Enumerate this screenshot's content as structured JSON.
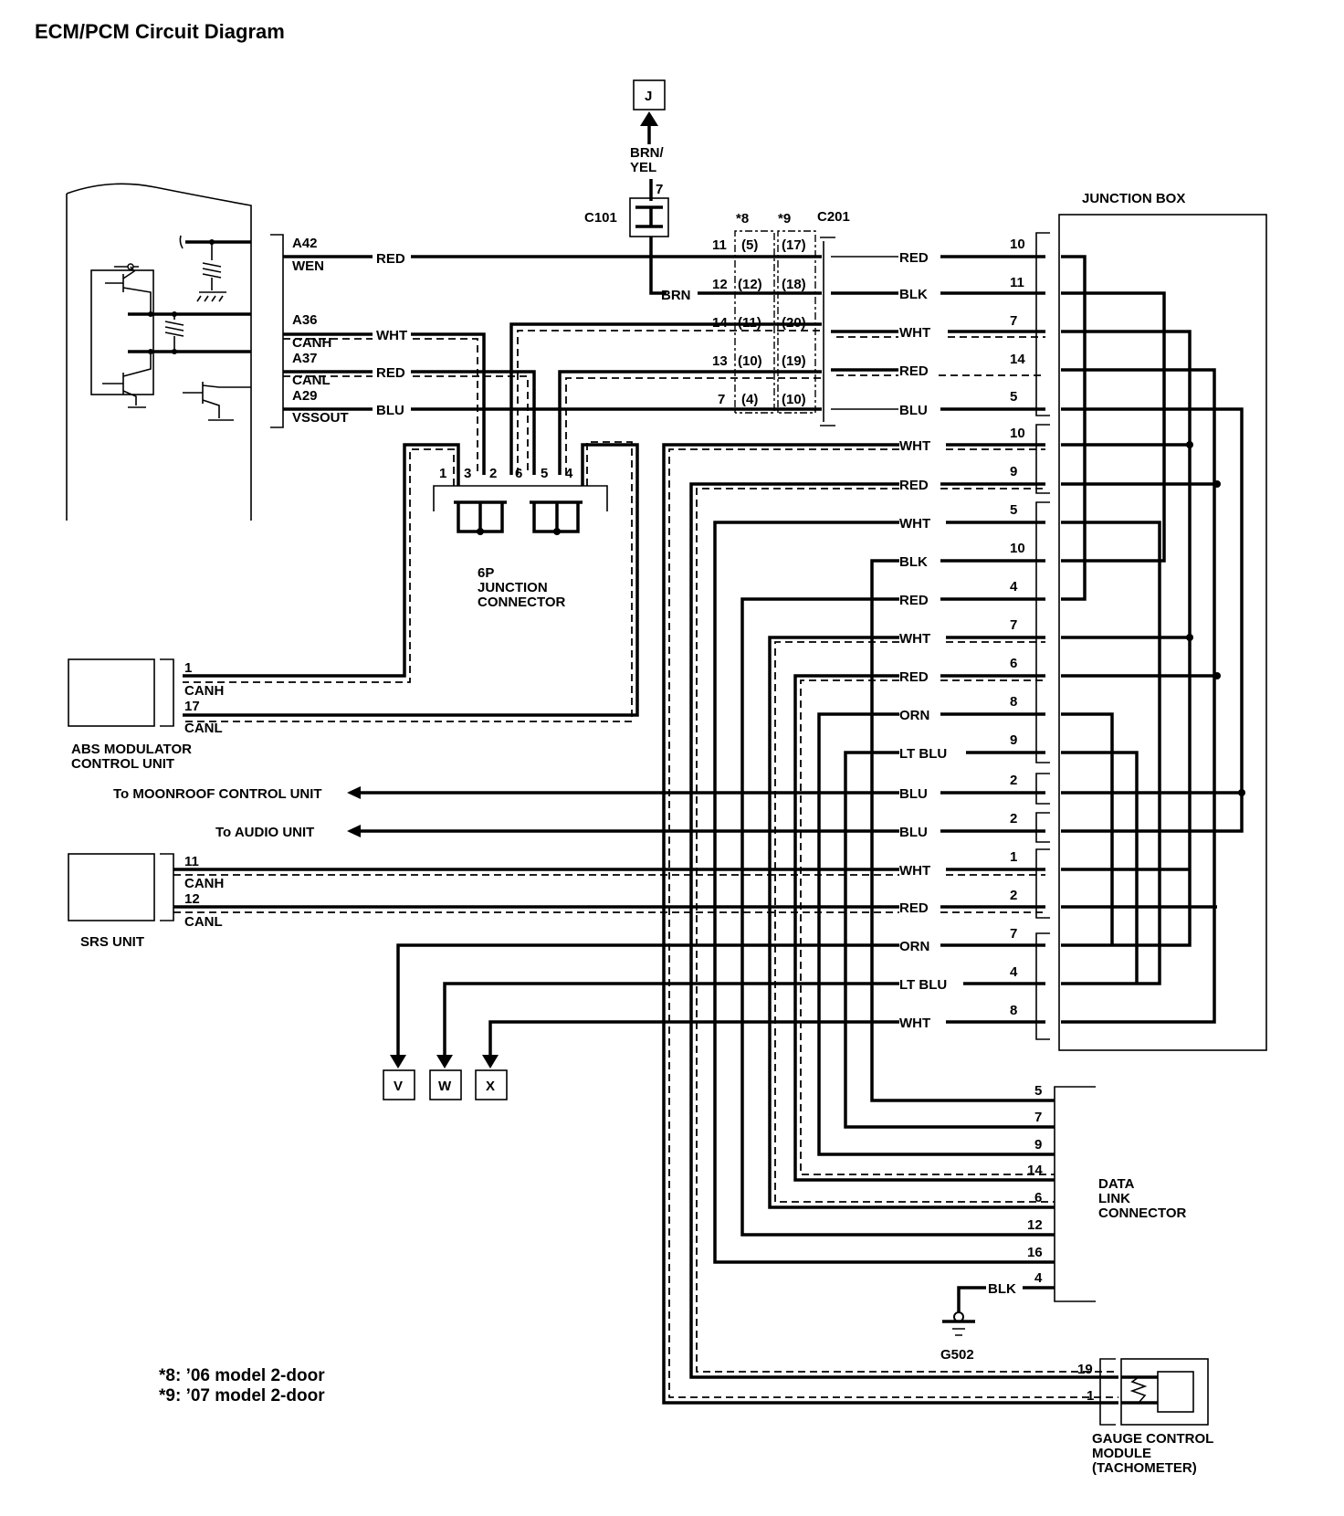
{
  "title": "ECM/PCM Circuit Diagram",
  "ecm": {
    "pins": [
      {
        "pin": "A42",
        "signal": "WEN",
        "wire": "RED"
      },
      {
        "pin": "A36",
        "signal": "CANH",
        "wire": "WHT"
      },
      {
        "pin": "A37",
        "signal": "CANL",
        "wire": "RED"
      },
      {
        "pin": "A29",
        "signal": "VSSOUT",
        "wire": "BLU"
      }
    ]
  },
  "connector_j": {
    "label": "J",
    "wire": "BRN/",
    "wire2": "YEL",
    "pin": "7"
  },
  "c101": {
    "label": "C101",
    "branch_wire": "BRN"
  },
  "c201": {
    "label": "C201",
    "col8": "*8",
    "col9": "*9",
    "rows": [
      {
        "pin": "11",
        "p8": "(5)",
        "p9": "(17)",
        "wire": "RED",
        "jb_pin": "10"
      },
      {
        "pin": "12",
        "p8": "(12)",
        "p9": "(18)",
        "wire": "BLK",
        "jb_pin": "11"
      },
      {
        "pin": "14",
        "p8": "(11)",
        "p9": "(20)",
        "wire": "WHT",
        "jb_pin": "7"
      },
      {
        "pin": "13",
        "p8": "(10)",
        "p9": "(19)",
        "wire": "RED",
        "jb_pin": "14"
      },
      {
        "pin": "7",
        "p8": "(4)",
        "p9": "(10)",
        "wire": "BLU",
        "jb_pin": "5"
      }
    ]
  },
  "junction_connector": {
    "label1": "6P",
    "label2": "JUNCTION",
    "label3": "CONNECTOR",
    "pins": [
      "1",
      "3",
      "2",
      "6",
      "5",
      "4"
    ]
  },
  "junction_box": {
    "label": "JUNCTION BOX",
    "rows": [
      {
        "wire": "WHT",
        "pin": "10"
      },
      {
        "wire": "RED",
        "pin": "9"
      },
      {
        "wire": "WHT",
        "pin": "5"
      },
      {
        "wire": "BLK",
        "pin": "10"
      },
      {
        "wire": "RED",
        "pin": "4"
      },
      {
        "wire": "WHT",
        "pin": "7"
      },
      {
        "wire": "RED",
        "pin": "6"
      },
      {
        "wire": "ORN",
        "pin": "8"
      },
      {
        "wire": "LT BLU",
        "pin": "9"
      },
      {
        "wire": "BLU",
        "pin": "2"
      },
      {
        "wire": "BLU",
        "pin": "2"
      },
      {
        "wire": "WHT",
        "pin": "1"
      },
      {
        "wire": "RED",
        "pin": "2"
      },
      {
        "wire": "ORN",
        "pin": "7"
      },
      {
        "wire": "LT BLU",
        "pin": "4"
      },
      {
        "wire": "WHT",
        "pin": "8"
      }
    ]
  },
  "abs": {
    "line1": "ABS MODULATOR",
    "line2": "CONTROL UNIT",
    "pin1": "1",
    "sig1": "CANH",
    "pin2": "17",
    "sig2": "CANL"
  },
  "moonroof": "To MOONROOF CONTROL UNIT",
  "audio": "To AUDIO UNIT",
  "srs": {
    "label": "SRS UNIT",
    "pin1": "11",
    "sig1": "CANH",
    "pin2": "12",
    "sig2": "CANL"
  },
  "offpage": [
    "V",
    "W",
    "X"
  ],
  "dlc": {
    "line1": "DATA",
    "line2": "LINK",
    "line3": "CONNECTOR",
    "pins": [
      "5",
      "7",
      "9",
      "14",
      "6",
      "12",
      "16",
      "4"
    ],
    "ground_wire": "BLK",
    "ground": "G502"
  },
  "gauge": {
    "line1": "GAUGE CONTROL",
    "line2": "MODULE",
    "line3": "(TACHOMETER)",
    "pins": [
      "19",
      "1"
    ]
  },
  "footnotes": [
    "*8: ’06 model 2-door",
    "*9: ’07 model 2-door"
  ]
}
